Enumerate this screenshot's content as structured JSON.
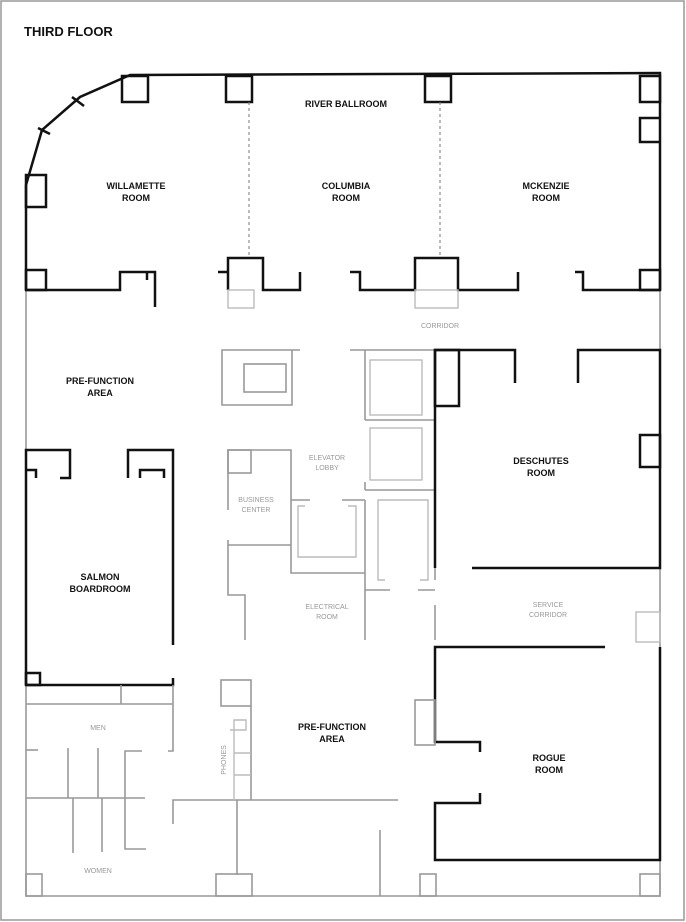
{
  "title": "THIRD FLOOR",
  "rooms": {
    "river_ballroom": "RIVER BALLROOM",
    "willamette": [
      "WILLAMETTE",
      "ROOM"
    ],
    "columbia": [
      "COLUMBIA",
      "ROOM"
    ],
    "mckenzie": [
      "MCKENZIE",
      "ROOM"
    ],
    "corridor": "CORRIDOR",
    "prefunction_top": [
      "PRE-FUNCTION",
      "AREA"
    ],
    "elevator_lobby": [
      "ELEVATOR",
      "LOBBY"
    ],
    "business_center": [
      "BUSINESS",
      "CENTER"
    ],
    "electrical": [
      "ELECTRICAL",
      "ROOM"
    ],
    "deschutes": [
      "DESCHUTES",
      "ROOM"
    ],
    "salmon": [
      "SALMON",
      "BOARDROOM"
    ],
    "service_corridor": [
      "SERVICE",
      "CORRIDOR"
    ],
    "prefunction_bottom": [
      "PRE-FUNCTION",
      "AREA"
    ],
    "rogue": [
      "ROGUE",
      "ROOM"
    ],
    "men": "MEN",
    "women": "WOMEN",
    "phones": "PHONES"
  }
}
